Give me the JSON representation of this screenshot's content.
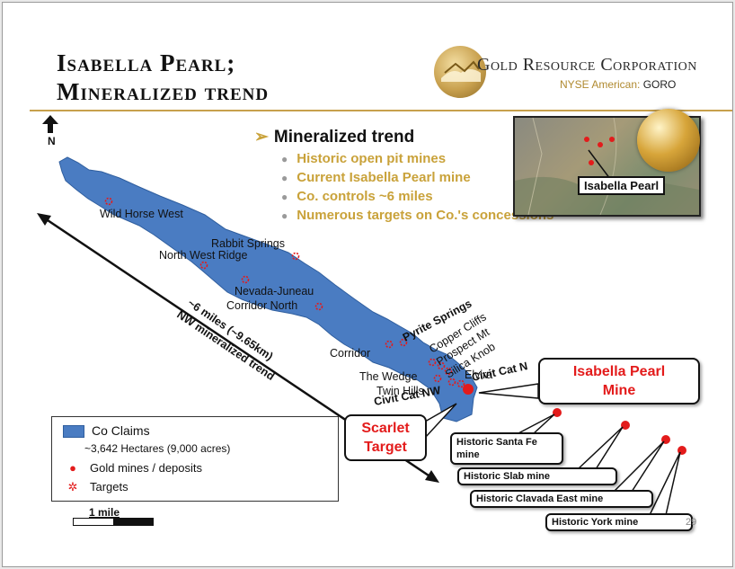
{
  "title": {
    "line1": "Isabella Pearl;",
    "line2": "Mineralized trend"
  },
  "company": {
    "name": "Gold Resource Corporation",
    "exchange": "NYSE American:",
    "ticker": "GORO",
    "logo_icon": "gold-coin-logo"
  },
  "bullets": {
    "main": "Mineralized trend",
    "items": [
      "Historic open pit mines",
      "Current Isabella Pearl mine",
      "Co. controls ~6 miles",
      "Numerous targets on Co.'s concessions"
    ]
  },
  "inset": {
    "label": "Isabella Pearl",
    "globe_icon": "globe-icon"
  },
  "north_label": "N",
  "trend_label": {
    "line1": "~6 miles (~9.65km)",
    "line2": "NW mineralized trend"
  },
  "map_labels": [
    "Wild Horse West",
    "Rabbit Springs",
    "North West Ridge",
    "Nevada-Juneau",
    "Corridor North",
    "Corridor",
    "Pyrite Springs",
    "Copper Cliffs",
    "Prospect Mt",
    "Silica Knob",
    "The Wedge",
    "Elvira",
    "Twin Hills",
    "Civit Cat N",
    "Civit Cat NW"
  ],
  "callouts": {
    "scarlet": [
      "Scarlet",
      "Target"
    ],
    "isabella": [
      "Isabella Pearl",
      "Mine"
    ]
  },
  "historic": {
    "santa_fe": [
      "Historic Santa Fe",
      "mine"
    ],
    "slab": "Historic Slab mine",
    "clavada": "Historic Clavada East mine",
    "york": "Historic York mine"
  },
  "legend": {
    "claims": "Co Claims",
    "claims_area": "~3,642 Hectares (9,000 acres)",
    "mines": "Gold mines / deposits",
    "targets": "Targets"
  },
  "scale": "1 mile",
  "page_number": "29",
  "colors": {
    "claims_fill": "#4a7cc2",
    "gold": "#c9a23a",
    "red": "#e31b1b"
  }
}
